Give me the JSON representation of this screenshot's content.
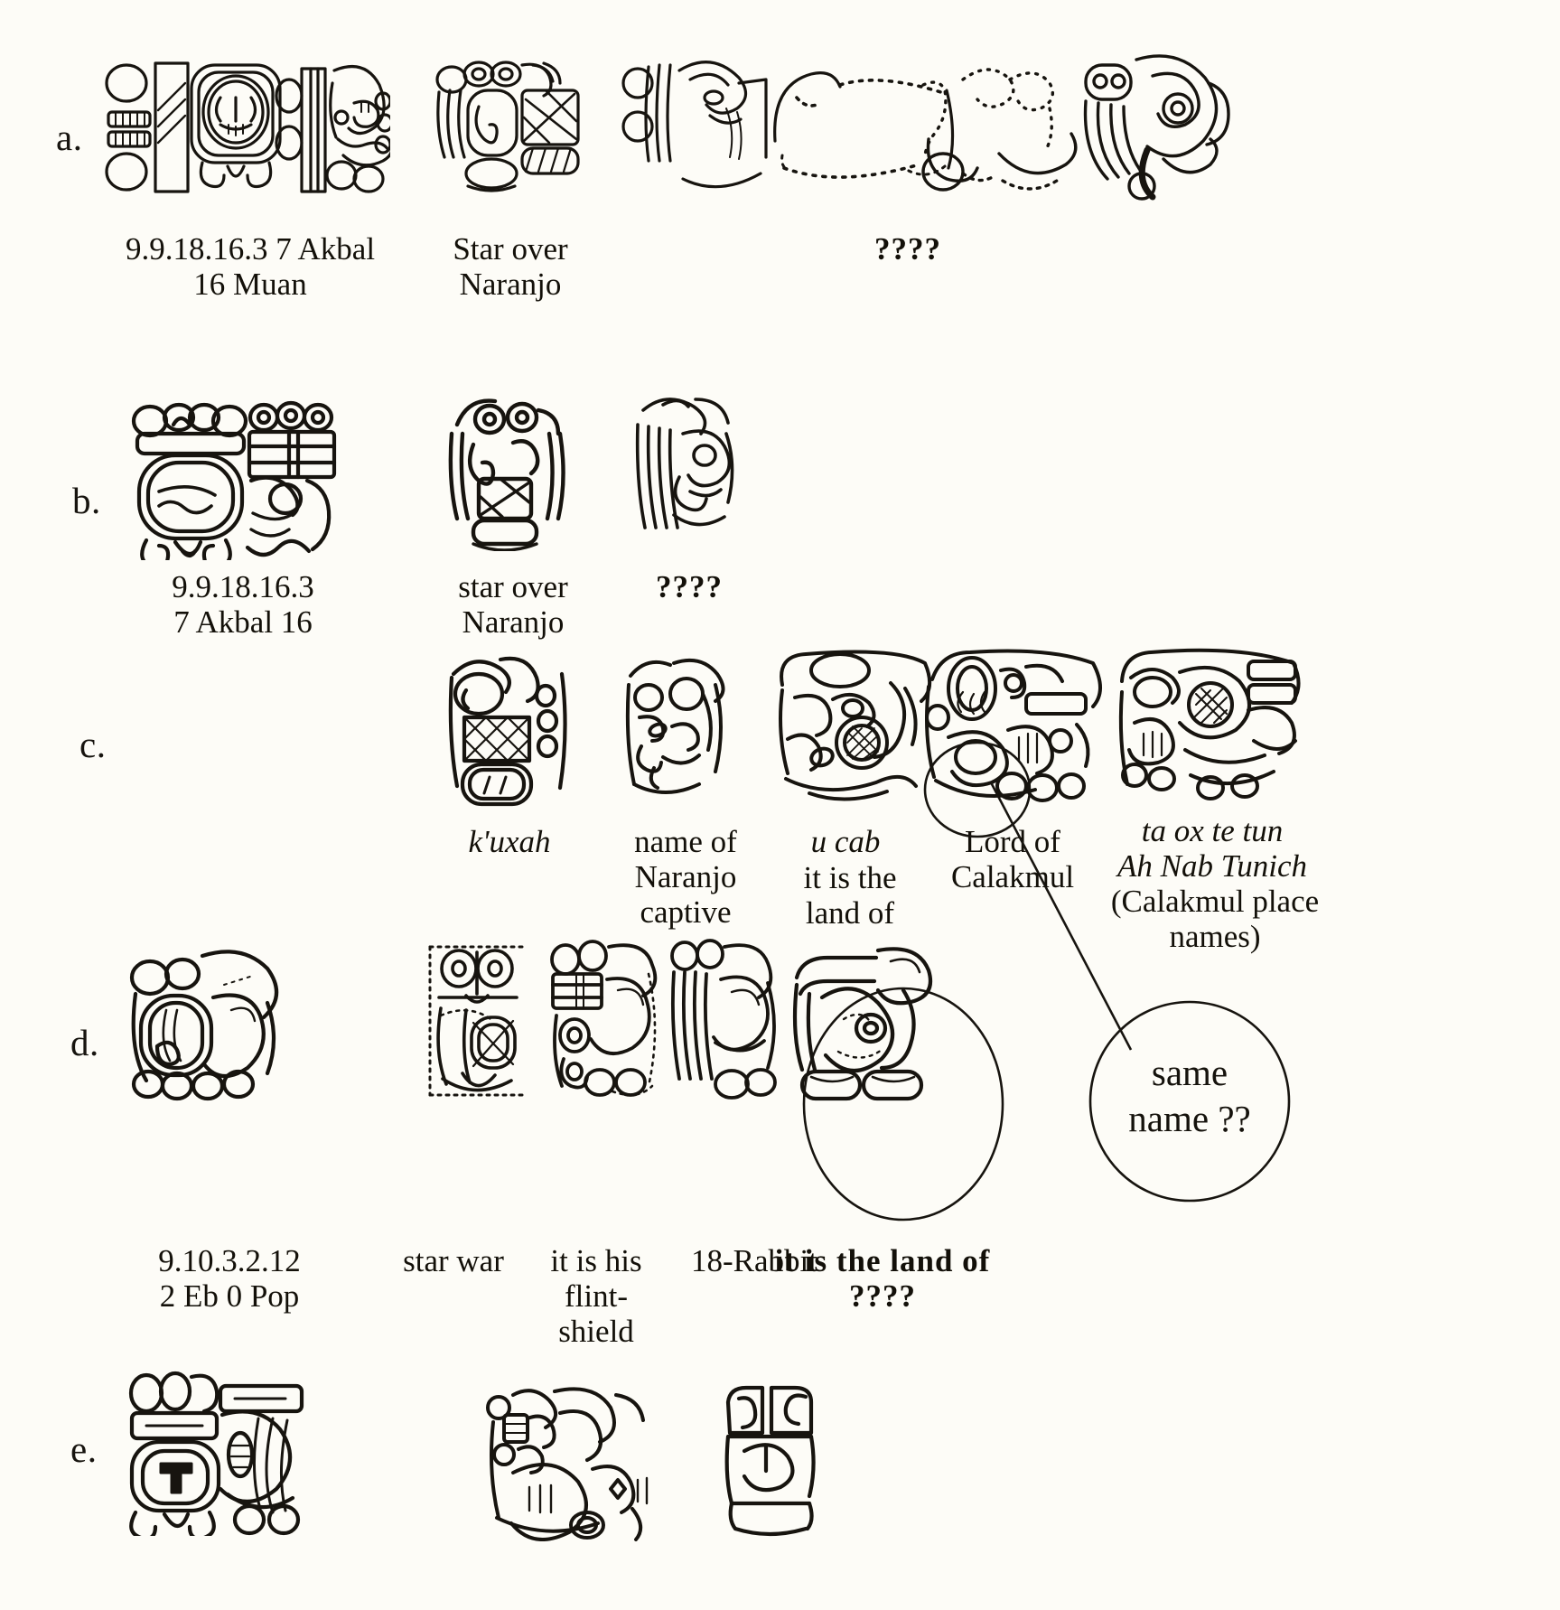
{
  "figure": {
    "background_color": "#fdfcf7",
    "ink_color": "#16130f"
  },
  "rows": [
    {
      "letter": "a.",
      "captions": [
        "9.9.18.16.3 7 Akbal\n16 Muan",
        "Star over\nNaranjo",
        "????"
      ]
    },
    {
      "letter": "b.",
      "captions": [
        "9.9.18.16.3\n7 Akbal 16",
        "star over\nNaranjo",
        "????"
      ]
    },
    {
      "letter": "c.",
      "captions": [
        "k'uxah",
        "name of\nNaranjo\ncaptive",
        "u cab",
        "it is the\nland of",
        "Lord of\nCalakmul",
        "ta ox te tun\nAh Nab Tunich",
        "(Calakmul place\nnames)"
      ]
    },
    {
      "letter": "d.",
      "captions": [
        "9.10.3.2.12\n2 Eb 0 Pop",
        "star war",
        "it is his\nflint-\nshield",
        "18-Rabbit",
        "it is the land of\n????"
      ]
    },
    {
      "letter": "e.",
      "captions": []
    }
  ],
  "annotation": {
    "circle_text": "same\nname ??"
  }
}
